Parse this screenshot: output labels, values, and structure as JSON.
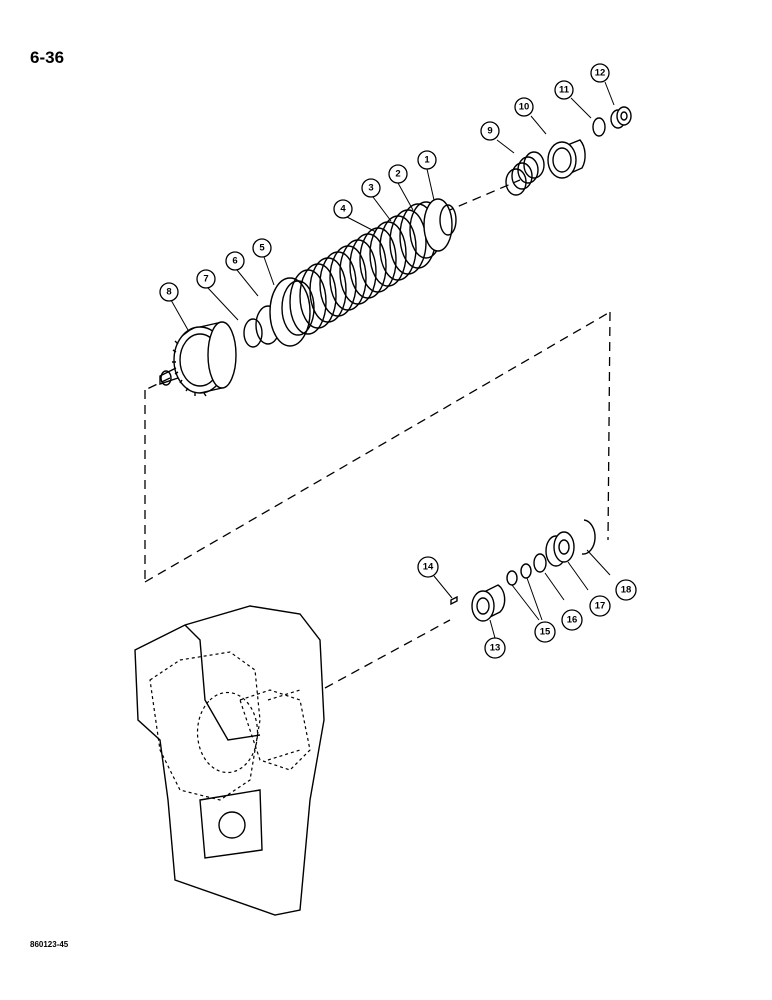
{
  "page": {
    "number": "6-36",
    "figure_code": "860123-45"
  },
  "callouts": [
    {
      "id": "c1",
      "label": "1"
    },
    {
      "id": "c2",
      "label": "2"
    },
    {
      "id": "c3",
      "label": "3"
    },
    {
      "id": "c4",
      "label": "4"
    },
    {
      "id": "c5",
      "label": "5"
    },
    {
      "id": "c6",
      "label": "6"
    },
    {
      "id": "c7",
      "label": "7"
    },
    {
      "id": "c8",
      "label": "8"
    },
    {
      "id": "c9",
      "label": "9"
    },
    {
      "id": "c10",
      "label": "10"
    },
    {
      "id": "c11",
      "label": "11"
    },
    {
      "id": "c12",
      "label": "12"
    },
    {
      "id": "c13",
      "label": "13"
    },
    {
      "id": "c14",
      "label": "14"
    },
    {
      "id": "c15",
      "label": "15"
    },
    {
      "id": "c16",
      "label": "16"
    },
    {
      "id": "c17",
      "label": "17"
    },
    {
      "id": "c18",
      "label": "18"
    }
  ]
}
